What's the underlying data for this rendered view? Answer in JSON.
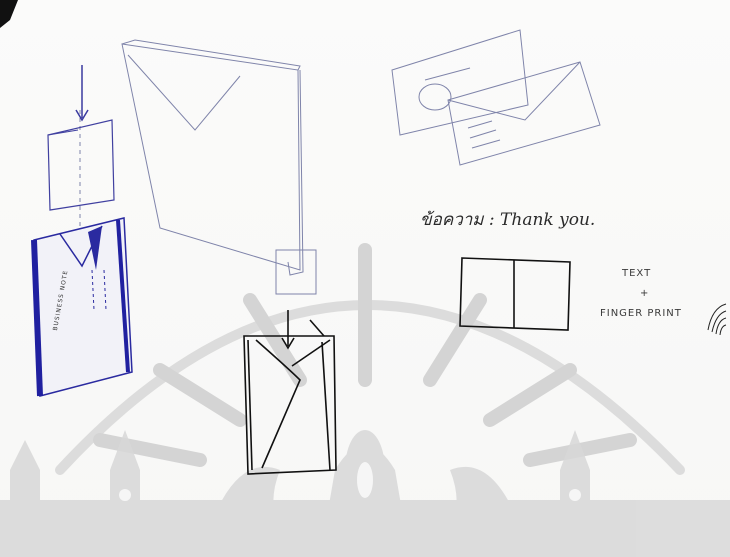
{
  "sketch": {
    "note": "ข้อความ : Thank you.",
    "label_text": "TEXT",
    "label_plus": "+",
    "label_fingerprint": "FINGER PRINT",
    "package_text": "BUSINESS NOTE"
  },
  "colors": {
    "paper": "#f8f8f7",
    "ink_pen": "#111111",
    "ink_blue": "#3030a0",
    "pencil": "#7a7fa8",
    "watermark": "#cfcfcf"
  }
}
